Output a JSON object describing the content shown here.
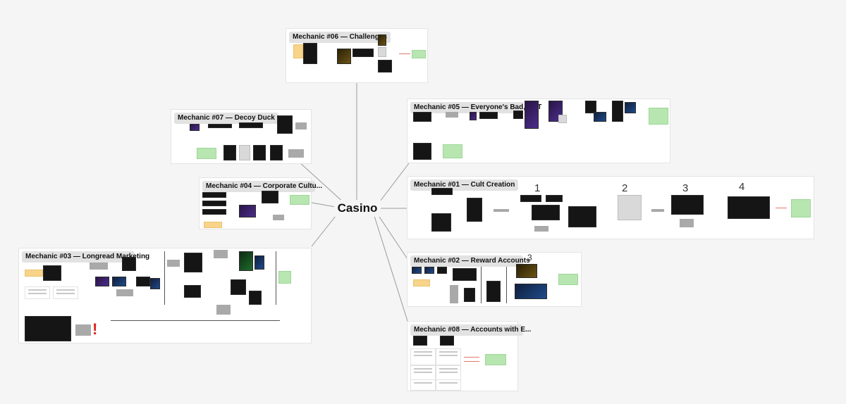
{
  "board": {
    "center_label": "Casino",
    "colors": {
      "background": "#f5f5f5",
      "frame": "#ffffff",
      "connector": "#9a9a9a",
      "sticky_green": "#b7e6b0",
      "sticky_yellow": "#f7d48a",
      "arrow": "#e07a6a",
      "alert": "#e0201a"
    }
  },
  "frames": [
    {
      "id": "m06",
      "title": "Mechanic #06 — Challenges"
    },
    {
      "id": "m07",
      "title": "Mechanic #07 — Decoy Duck"
    },
    {
      "id": "m05",
      "title": "Mechanic #05 — Everyone's Bad, BUT"
    },
    {
      "id": "m04",
      "title": "Mechanic #04 — Corporate Cultu..."
    },
    {
      "id": "m01",
      "title": "Mechanic #01 — Cult Creation",
      "step_numbers": [
        "1",
        "2",
        "3",
        "4"
      ]
    },
    {
      "id": "m03",
      "title": "Mechanic #03 — Longread Marketing",
      "alert_mark": "!"
    },
    {
      "id": "m02",
      "title": "Mechanic #02 — Reward Accounts",
      "step_numbers": [
        "3"
      ]
    },
    {
      "id": "m08",
      "title": "Mechanic #08 — Accounts with E..."
    }
  ]
}
